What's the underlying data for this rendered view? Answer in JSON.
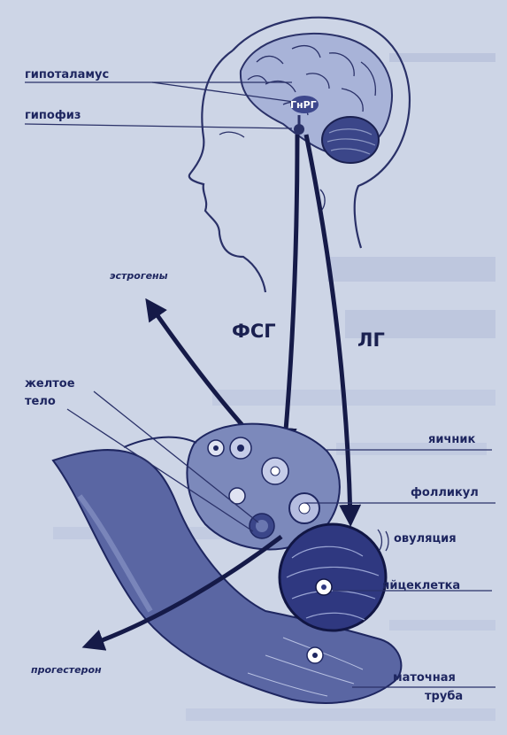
{
  "colors": {
    "background": "#cdd5e6",
    "ink": "#1e2660",
    "organ_fill": "#7c89bb",
    "organ_dark": "#3b4689"
  },
  "labels": {
    "hypothalamus": "гипоталамус",
    "pituitary": "гипофиз",
    "gnrh": "ГнРГ",
    "estrogens": "эстрогены",
    "fsh": "ФСГ",
    "lh": "ЛГ",
    "corpus_luteum_line1": "желтое",
    "corpus_luteum_line2": "тело",
    "ovary": "яичник",
    "follicle": "фолликул",
    "ovulation": "овуляция",
    "egg": "яйцеклетка",
    "progesterone": "прогестерон",
    "tube_line1": "маточная",
    "tube_line2": "труба"
  }
}
